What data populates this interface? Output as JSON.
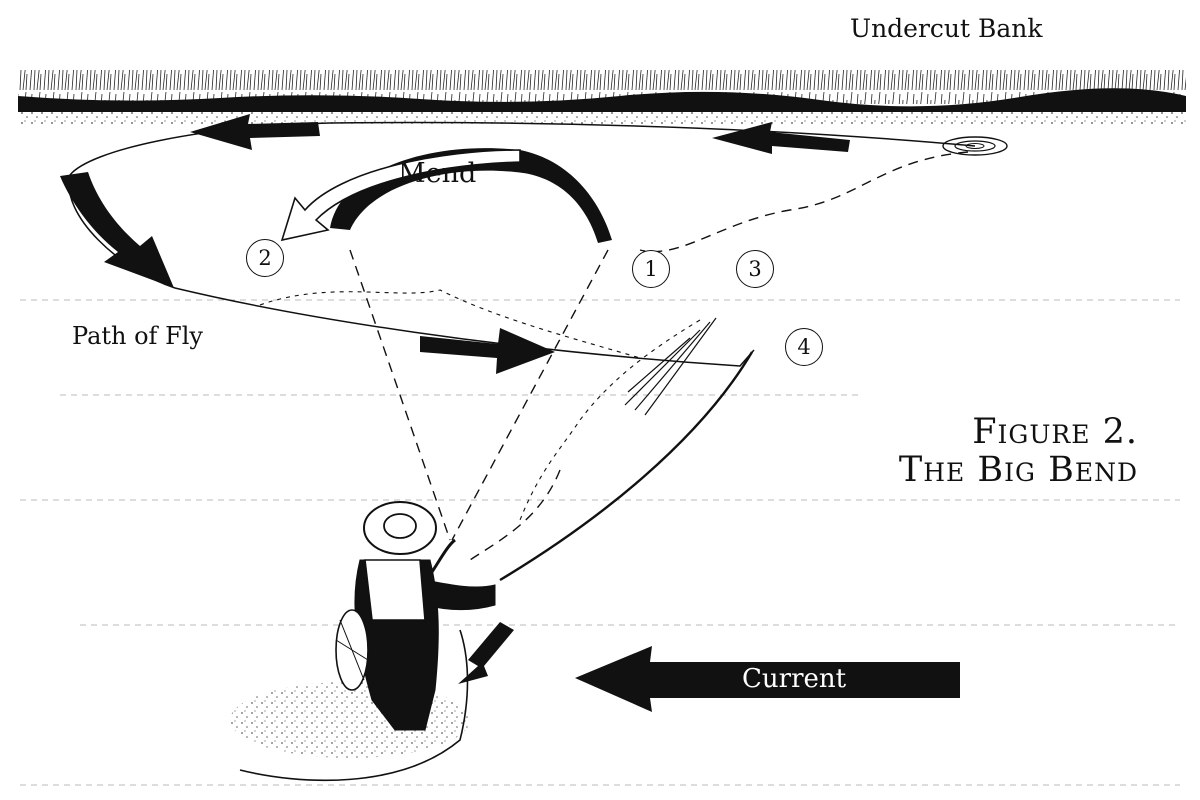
{
  "labels": {
    "bank": "Undercut Bank",
    "mend": "Mend",
    "path": "Path of Fly",
    "current": "Current",
    "title_line1": "Figure 2.",
    "title_line2": "The Big Bend"
  },
  "positions": [
    "1",
    "2",
    "3",
    "4"
  ],
  "colors": {
    "ink": "#111111",
    "paper": "#ffffff"
  }
}
